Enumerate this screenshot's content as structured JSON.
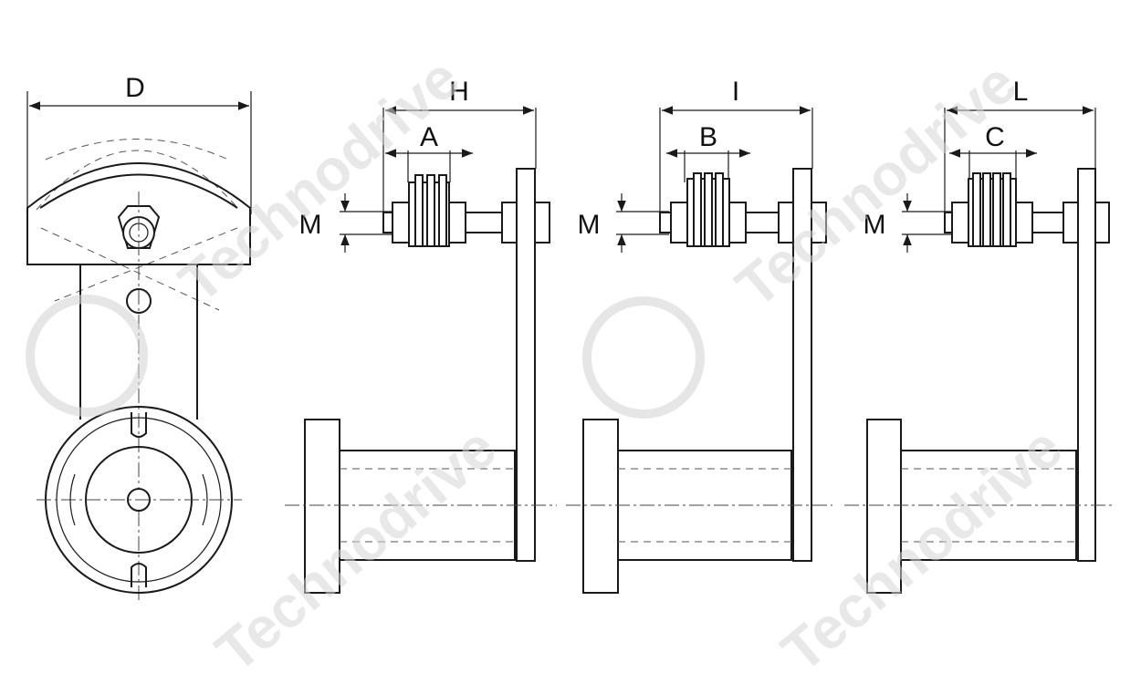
{
  "labels": {
    "view1_D": "D",
    "view2_H": "H",
    "view2_A": "A",
    "view2_M": "M",
    "view3_I": "I",
    "view3_B": "B",
    "view3_M": "M",
    "view4_L": "L",
    "view4_C": "C",
    "view4_M": "M"
  },
  "watermark": {
    "text": "Technodrive",
    "color": "#d6d6d6"
  },
  "colors": {
    "line": "#1a1a1a",
    "background": "#ffffff"
  }
}
